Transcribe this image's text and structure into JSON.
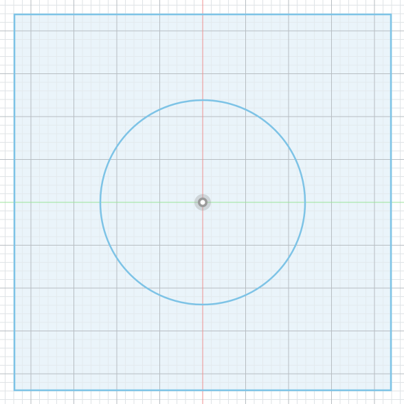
{
  "canvas": {
    "background": "#ffffff",
    "minor_grid_color": "#dfe3e6",
    "major_grid_color": "#b7bdc2",
    "x_axis_color": "#9be39b",
    "y_axis_color": "#ef8f8f"
  },
  "sketch": {
    "profile_fill": "#eaf4fa",
    "line_color": "#7dc3e6",
    "entities": [
      "rectangle",
      "circle",
      "origin-point"
    ]
  },
  "origin": {
    "icon": "origin-point-icon",
    "ring_color": "#9a9a9a",
    "center_color": "#ffffff"
  }
}
